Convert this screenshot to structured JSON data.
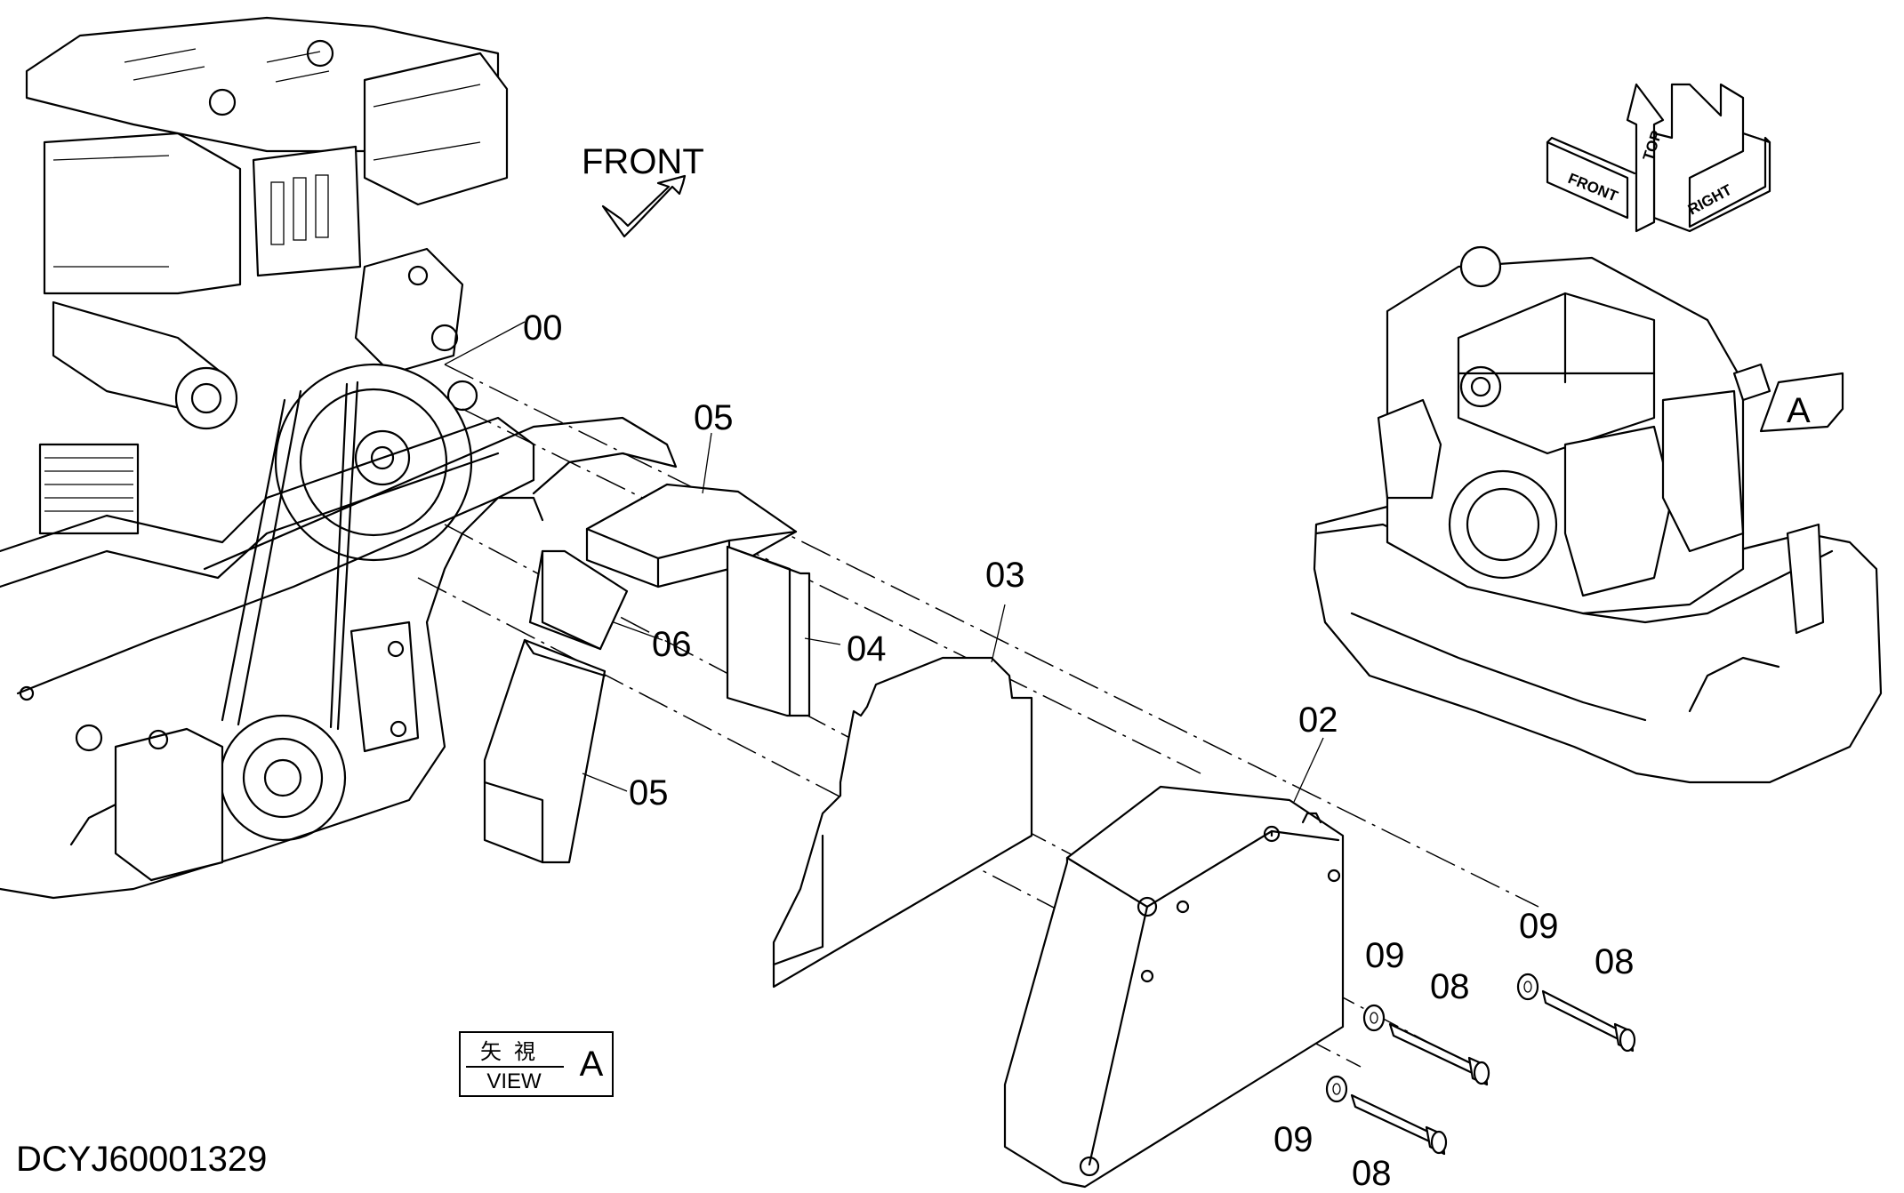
{
  "document_code": "DCYJ60001329",
  "front_label": "FRONT",
  "view_box": {
    "kanji": "矢視",
    "word": "VIEW",
    "letter": "A"
  },
  "view_arrow_letter": "A",
  "axis_indicator": {
    "top": "TOP",
    "front": "FRONT",
    "right": "RIGHT"
  },
  "callouts": {
    "p00": "00",
    "p02": "02",
    "p03": "03",
    "p04": "04",
    "p05a": "05",
    "p05b": "05",
    "p06": "06",
    "p08a": "08",
    "p08b": "08",
    "p08c": "08",
    "p09a": "09",
    "p09b": "09",
    "p09c": "09"
  }
}
